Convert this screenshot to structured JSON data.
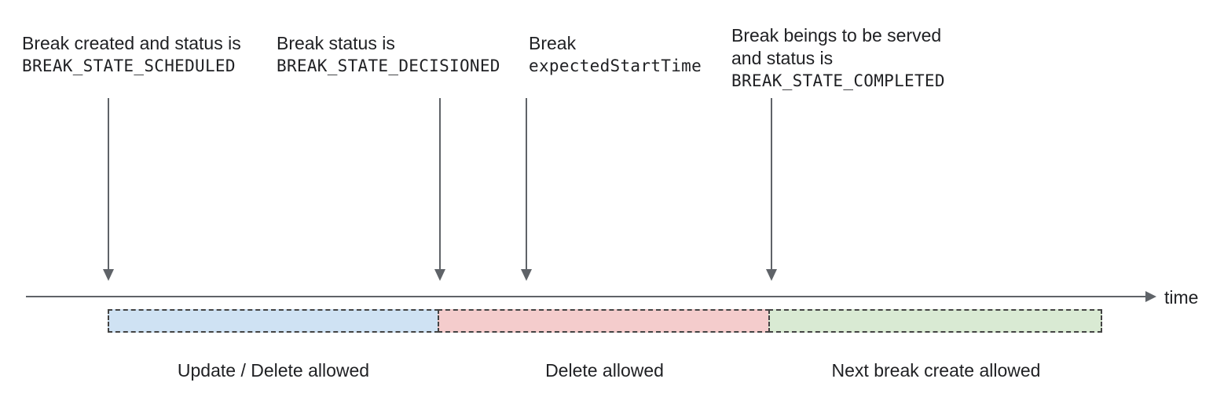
{
  "annotations": [
    {
      "line1": "Break created and status is",
      "code": "BREAK_STATE_SCHEDULED"
    },
    {
      "line1": "Break status is",
      "code": "BREAK_STATE_DECISIONED"
    },
    {
      "line1": "Break",
      "code": "expectedStartTime"
    },
    {
      "line1": "Break beings to be served",
      "line2": "and status is",
      "code": "BREAK_STATE_COMPLETED"
    }
  ],
  "axis": {
    "label": "time"
  },
  "segments": [
    {
      "label": "Update / Delete allowed",
      "fill": "#cfe2f3"
    },
    {
      "label": "Delete allowed",
      "fill": "#f4cccc"
    },
    {
      "label": "Next break create allowed",
      "fill": "#d9ead3"
    }
  ],
  "colors": {
    "arrow": "#5f6368",
    "axis_line": "#5f6368",
    "segment_border": "#434343",
    "text": "#202124"
  }
}
